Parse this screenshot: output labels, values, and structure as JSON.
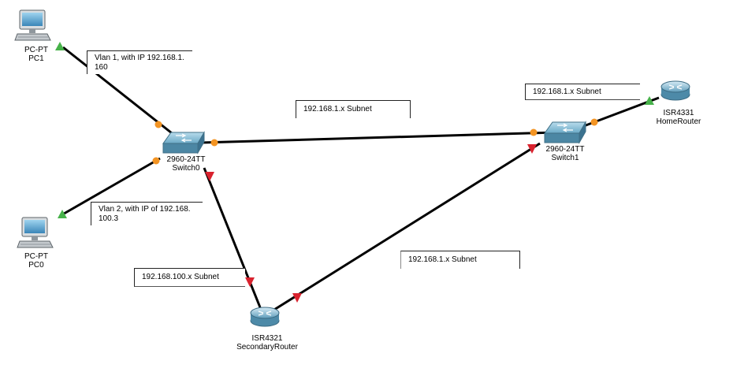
{
  "devices": {
    "pc1": {
      "type": "PC-PT",
      "name": "PC1",
      "icon": "pc-icon"
    },
    "pc0": {
      "type": "PC-PT",
      "name": "PC0",
      "icon": "pc-icon"
    },
    "switch0": {
      "type": "2960-24TT",
      "name": "Switch0",
      "icon": "switch-icon"
    },
    "switch1": {
      "type": "2960-24TT",
      "name": "Switch1",
      "icon": "switch-icon"
    },
    "home_router": {
      "type": "ISR4331",
      "name": "HomeRouter",
      "icon": "router-icon"
    },
    "secondary_router": {
      "type": "ISR4321",
      "name": "SecondaryRouter",
      "icon": "router-icon"
    }
  },
  "notes": {
    "vlan1": "Vlan 1, with IP 192.168.1.\n160",
    "vlan2": "Vlan 2, with IP of 192.168.\n100.3",
    "subnet_top": "192.168.1.x Subnet",
    "subnet_home": "192.168.1.x Subnet",
    "subnet_right": "192.168.1.x Subnet",
    "subnet_left": "192.168.100.x Subnet"
  },
  "colors": {
    "link": "#000000",
    "port_orange": "#f39423",
    "port_green": "#47b24a",
    "port_red": "#d9222e"
  }
}
